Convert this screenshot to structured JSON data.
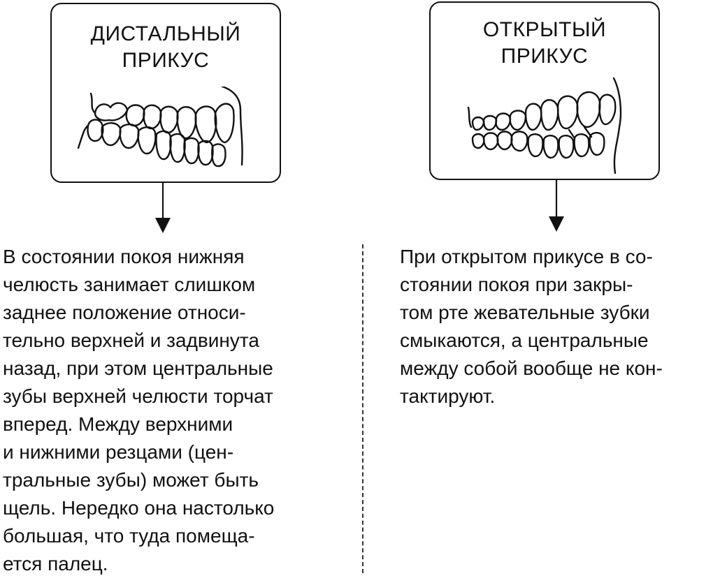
{
  "left": {
    "title_lines": [
      "ДИСТАЛЬНЫЙ",
      "ПРИКУС"
    ],
    "description_lines": [
      "В состоянии покоя нижняя",
      "челюсть занимает слишком",
      "заднее положение относи-",
      "тельно верхней и задвинута",
      "назад, при этом центральные",
      "зубы верхней челюсти торчат",
      "вперед. Между верхними",
      "и нижними резцами (цен-",
      "тральные зубы) может быть",
      "щель. Нередко она настолько",
      "большая, что туда помеща-",
      "ется палец."
    ],
    "illustration": "distal-bite-teeth-icon"
  },
  "right": {
    "title_lines": [
      "ОТКРЫТЫЙ",
      "ПРИКУС"
    ],
    "description_lines": [
      "При открытом прикусе в со-",
      "стоянии покоя при закры-",
      "том рте жевательные зубки",
      "смыкаются, а центральные",
      "между собой вообще не кон-",
      "тактируют."
    ],
    "illustration": "open-bite-teeth-icon"
  },
  "colors": {
    "ink": "#111111",
    "background": "#ffffff"
  }
}
